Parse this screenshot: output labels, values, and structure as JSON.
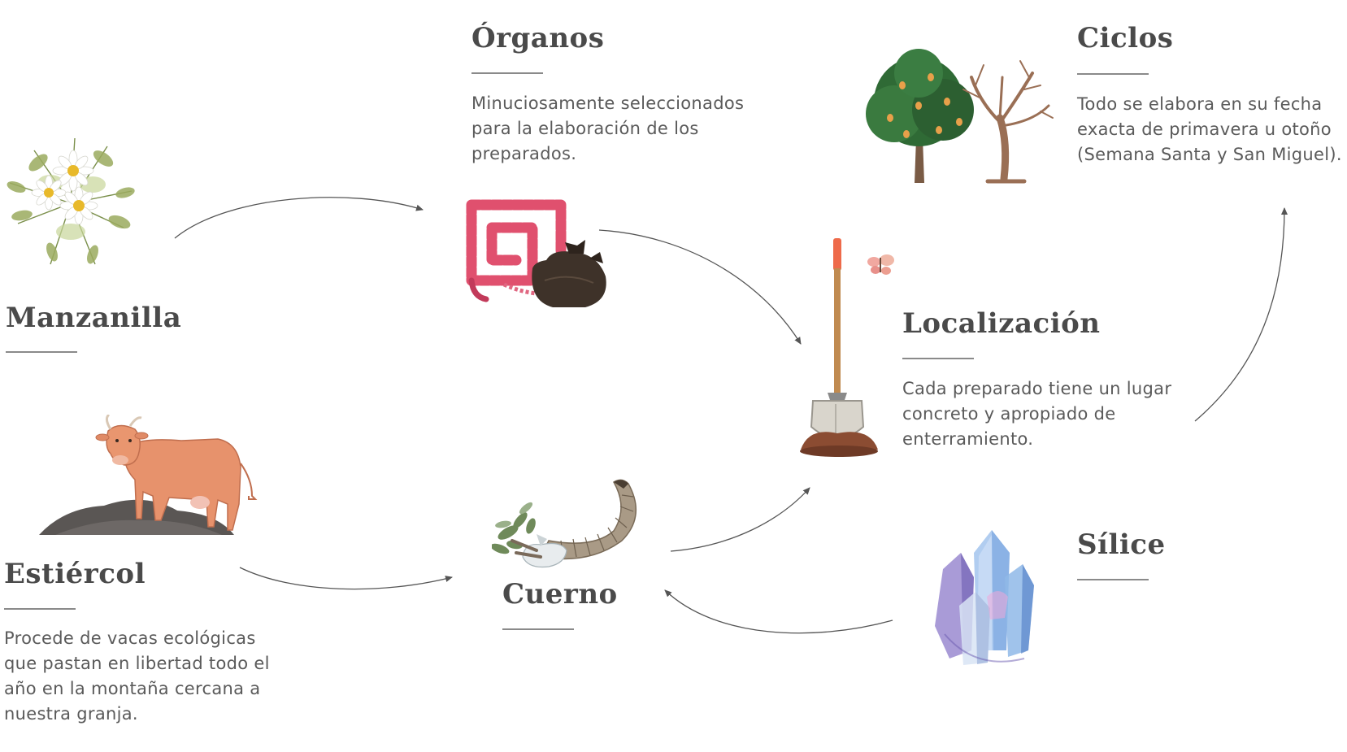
{
  "nodes": {
    "manzanilla": {
      "title": "Manzanilla",
      "icon": "chamomile-bouquet-icon"
    },
    "organos": {
      "title": "Órganos",
      "icon": "organs-intestine-bladder-icon",
      "desc_lines": [
        "Minuciosamente seleccionados",
        "para la elaboración de los",
        "preparados."
      ]
    },
    "ciclos": {
      "title": "Ciclos",
      "icon": "seasonal-trees-icon",
      "desc_lines": [
        "Todo se elabora en su fecha",
        "exacta de primavera u otoño",
        "(Semana Santa y San Miguel)."
      ]
    },
    "localizacion": {
      "title": "Localización",
      "icon": "shovel-soil-butterfly-icon",
      "desc_lines": [
        "Cada preparado tiene un lugar",
        "concreto y apropiado de",
        "enterramiento."
      ]
    },
    "estiercol": {
      "title": "Estiércol",
      "icon": "cow-manure-icon",
      "desc_lines": [
        "Procede de vacas ecológicas",
        "que pastan en libertad todo el",
        "año en la montaña cercana a",
        "nuestra granja."
      ]
    },
    "cuerno": {
      "title": "Cuerno",
      "icon": "horn-herbs-icon"
    },
    "silice": {
      "title": "Sílice",
      "icon": "crystal-quartz-icon"
    }
  },
  "colors": {
    "title": "#4a4a4a",
    "text": "#5a5a5a",
    "rule": "#8a8a8a",
    "arrow": "#555555"
  }
}
